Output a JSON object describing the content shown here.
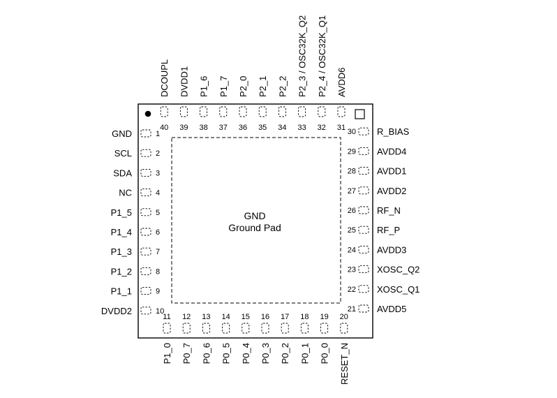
{
  "center": {
    "label": "GND",
    "sublabel": "Ground Pad"
  },
  "pins": {
    "left": [
      {
        "num": "1",
        "name": "GND"
      },
      {
        "num": "2",
        "name": "SCL"
      },
      {
        "num": "3",
        "name": "SDA"
      },
      {
        "num": "4",
        "name": "NC"
      },
      {
        "num": "5",
        "name": "P1_5"
      },
      {
        "num": "6",
        "name": "P1_4"
      },
      {
        "num": "7",
        "name": "P1_3"
      },
      {
        "num": "8",
        "name": "P1_2"
      },
      {
        "num": "9",
        "name": "P1_1"
      },
      {
        "num": "10",
        "name": "DVDD2"
      }
    ],
    "bottom": [
      {
        "num": "11",
        "name": "P1_0"
      },
      {
        "num": "12",
        "name": "P0_7"
      },
      {
        "num": "13",
        "name": "P0_6"
      },
      {
        "num": "14",
        "name": "P0_5"
      },
      {
        "num": "15",
        "name": "P0_4"
      },
      {
        "num": "16",
        "name": "P0_3"
      },
      {
        "num": "17",
        "name": "P0_2"
      },
      {
        "num": "18",
        "name": "P0_1"
      },
      {
        "num": "19",
        "name": "P0_0"
      },
      {
        "num": "20",
        "name": "RESET_N"
      }
    ],
    "right": [
      {
        "num": "21",
        "name": "AVDD5"
      },
      {
        "num": "22",
        "name": "XOSC_Q1"
      },
      {
        "num": "23",
        "name": "XOSC_Q2"
      },
      {
        "num": "24",
        "name": "AVDD3"
      },
      {
        "num": "25",
        "name": "RF_P"
      },
      {
        "num": "26",
        "name": "RF_N"
      },
      {
        "num": "27",
        "name": "AVDD2"
      },
      {
        "num": "28",
        "name": "AVDD1"
      },
      {
        "num": "29",
        "name": "AVDD4"
      },
      {
        "num": "30",
        "name": "R_BIAS"
      }
    ],
    "top": [
      {
        "num": "31",
        "name": "AVDD6"
      },
      {
        "num": "32",
        "name": "P2_4 / OSC32K_Q1"
      },
      {
        "num": "33",
        "name": "P2_3 / OSC32K_Q2"
      },
      {
        "num": "34",
        "name": "P2_2"
      },
      {
        "num": "35",
        "name": "P2_1"
      },
      {
        "num": "36",
        "name": "P2_0"
      },
      {
        "num": "37",
        "name": "P1_7"
      },
      {
        "num": "38",
        "name": "P1_6"
      },
      {
        "num": "39",
        "name": "DVDD1"
      },
      {
        "num": "40",
        "name": "DCOUPL"
      }
    ]
  }
}
